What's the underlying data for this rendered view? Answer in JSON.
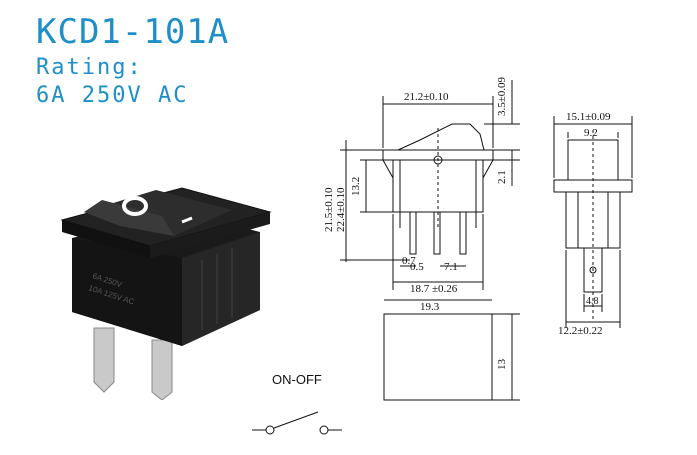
{
  "header": {
    "model": "KCD1-101A",
    "rating_label": "Rating:",
    "rating_value": "6A  250V  AC"
  },
  "photo": {
    "switch_mark_on": "O",
    "switch_mark_off": "I",
    "body_print_1": "6A 250V",
    "body_print_2": "10A 125V AC"
  },
  "front_view": {
    "width_top": "21.2±0.10",
    "rocker_height": "3.5±0.09",
    "overall_height_a": "21.5±0.10",
    "overall_height_b": "22.4±0.10",
    "body_height": "13.2",
    "flange_height": "2.1",
    "terminal_thickness_a": "0.7",
    "terminal_thickness_b": "0.5",
    "terminal_pitch": "7.1",
    "body_width": "18.7 ±0.26",
    "cutout_width": "19.3"
  },
  "side_view": {
    "flange_width": "15.1±0.09",
    "rocker_width": "9.2",
    "terminal_width": "4.8",
    "body_width": "12.2±0.22"
  },
  "panel_cutout": {
    "height": "13"
  },
  "schematic": {
    "label": "ON-OFF"
  }
}
